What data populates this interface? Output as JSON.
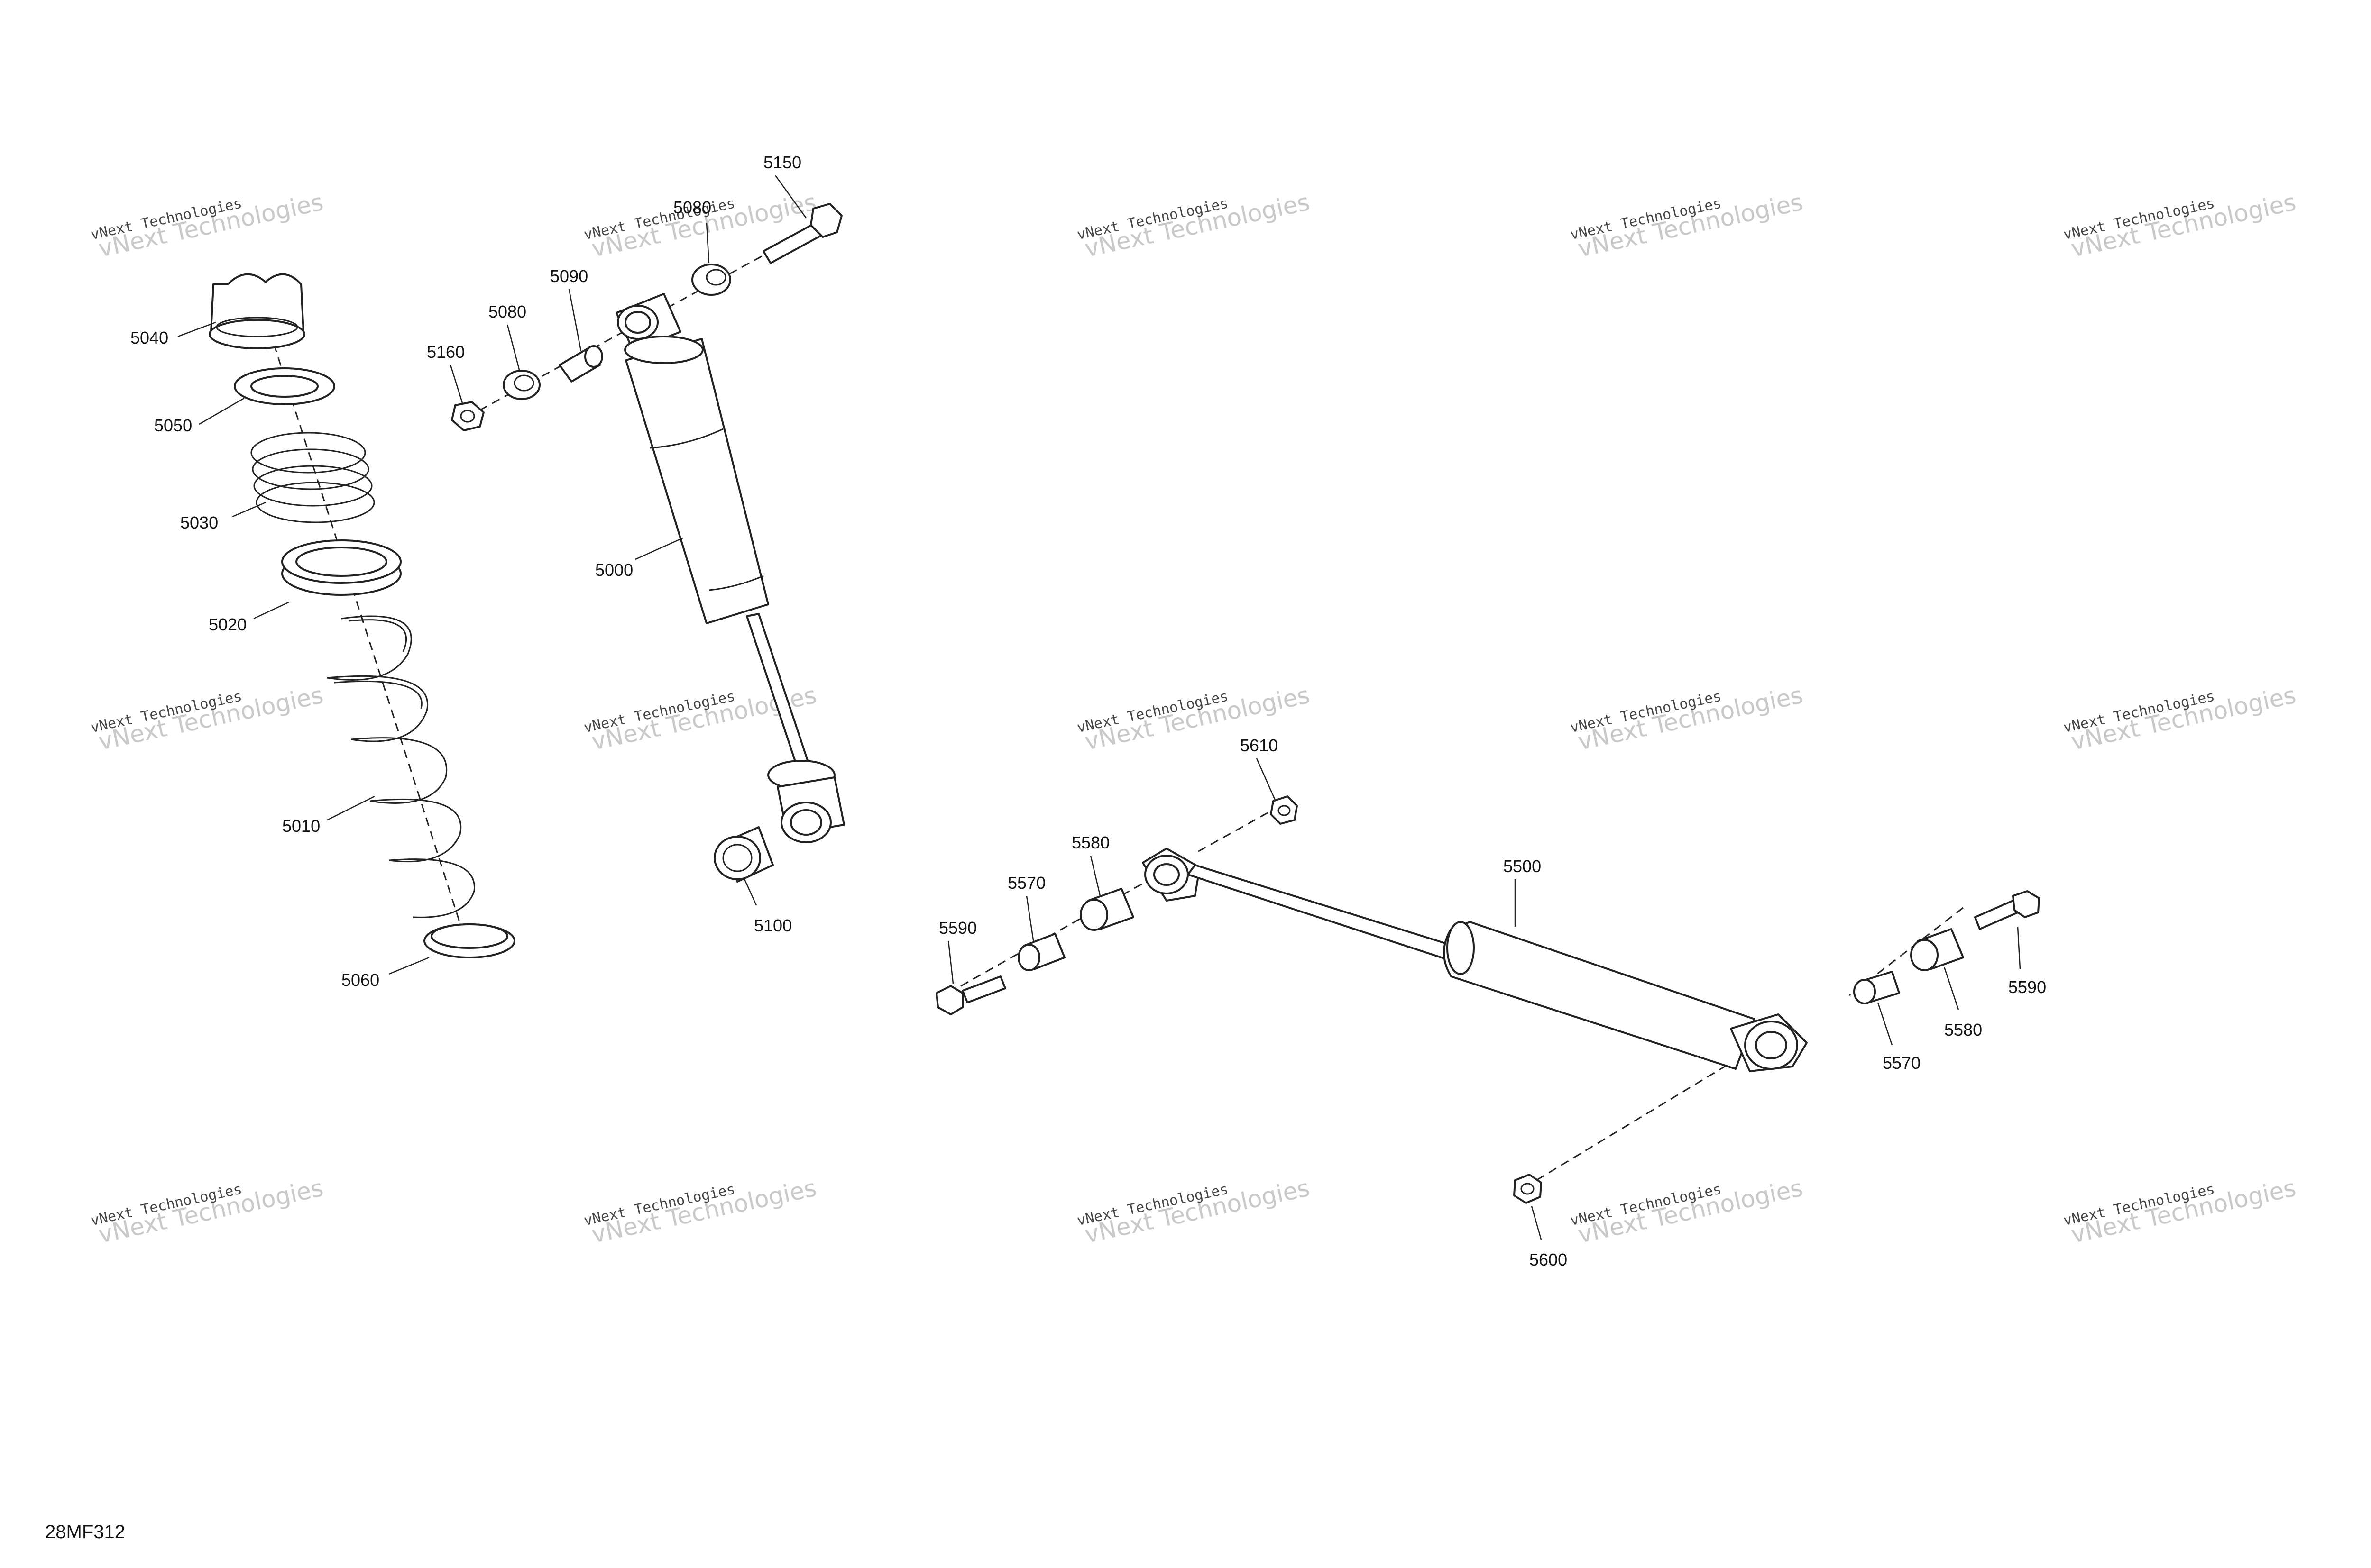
{
  "diagram_code": "28MF312",
  "watermark": {
    "line1": "vNext Technologies",
    "line2": "vNext Technologies"
  },
  "callouts": {
    "c5040": "5040",
    "c5050": "5050",
    "c5030": "5030",
    "c5020": "5020",
    "c5010": "5010",
    "c5060": "5060",
    "c5160": "5160",
    "c5080a": "5080",
    "c5090": "5090",
    "c5080b": "5080",
    "c5150": "5150",
    "c5000": "5000",
    "c5100": "5100",
    "c5610": "5610",
    "c5580a": "5580",
    "c5570a": "5570",
    "c5590a": "5590",
    "c5500": "5500",
    "c5590b": "5590",
    "c5580b": "5580",
    "c5570b": "5570",
    "c5600": "5600"
  }
}
